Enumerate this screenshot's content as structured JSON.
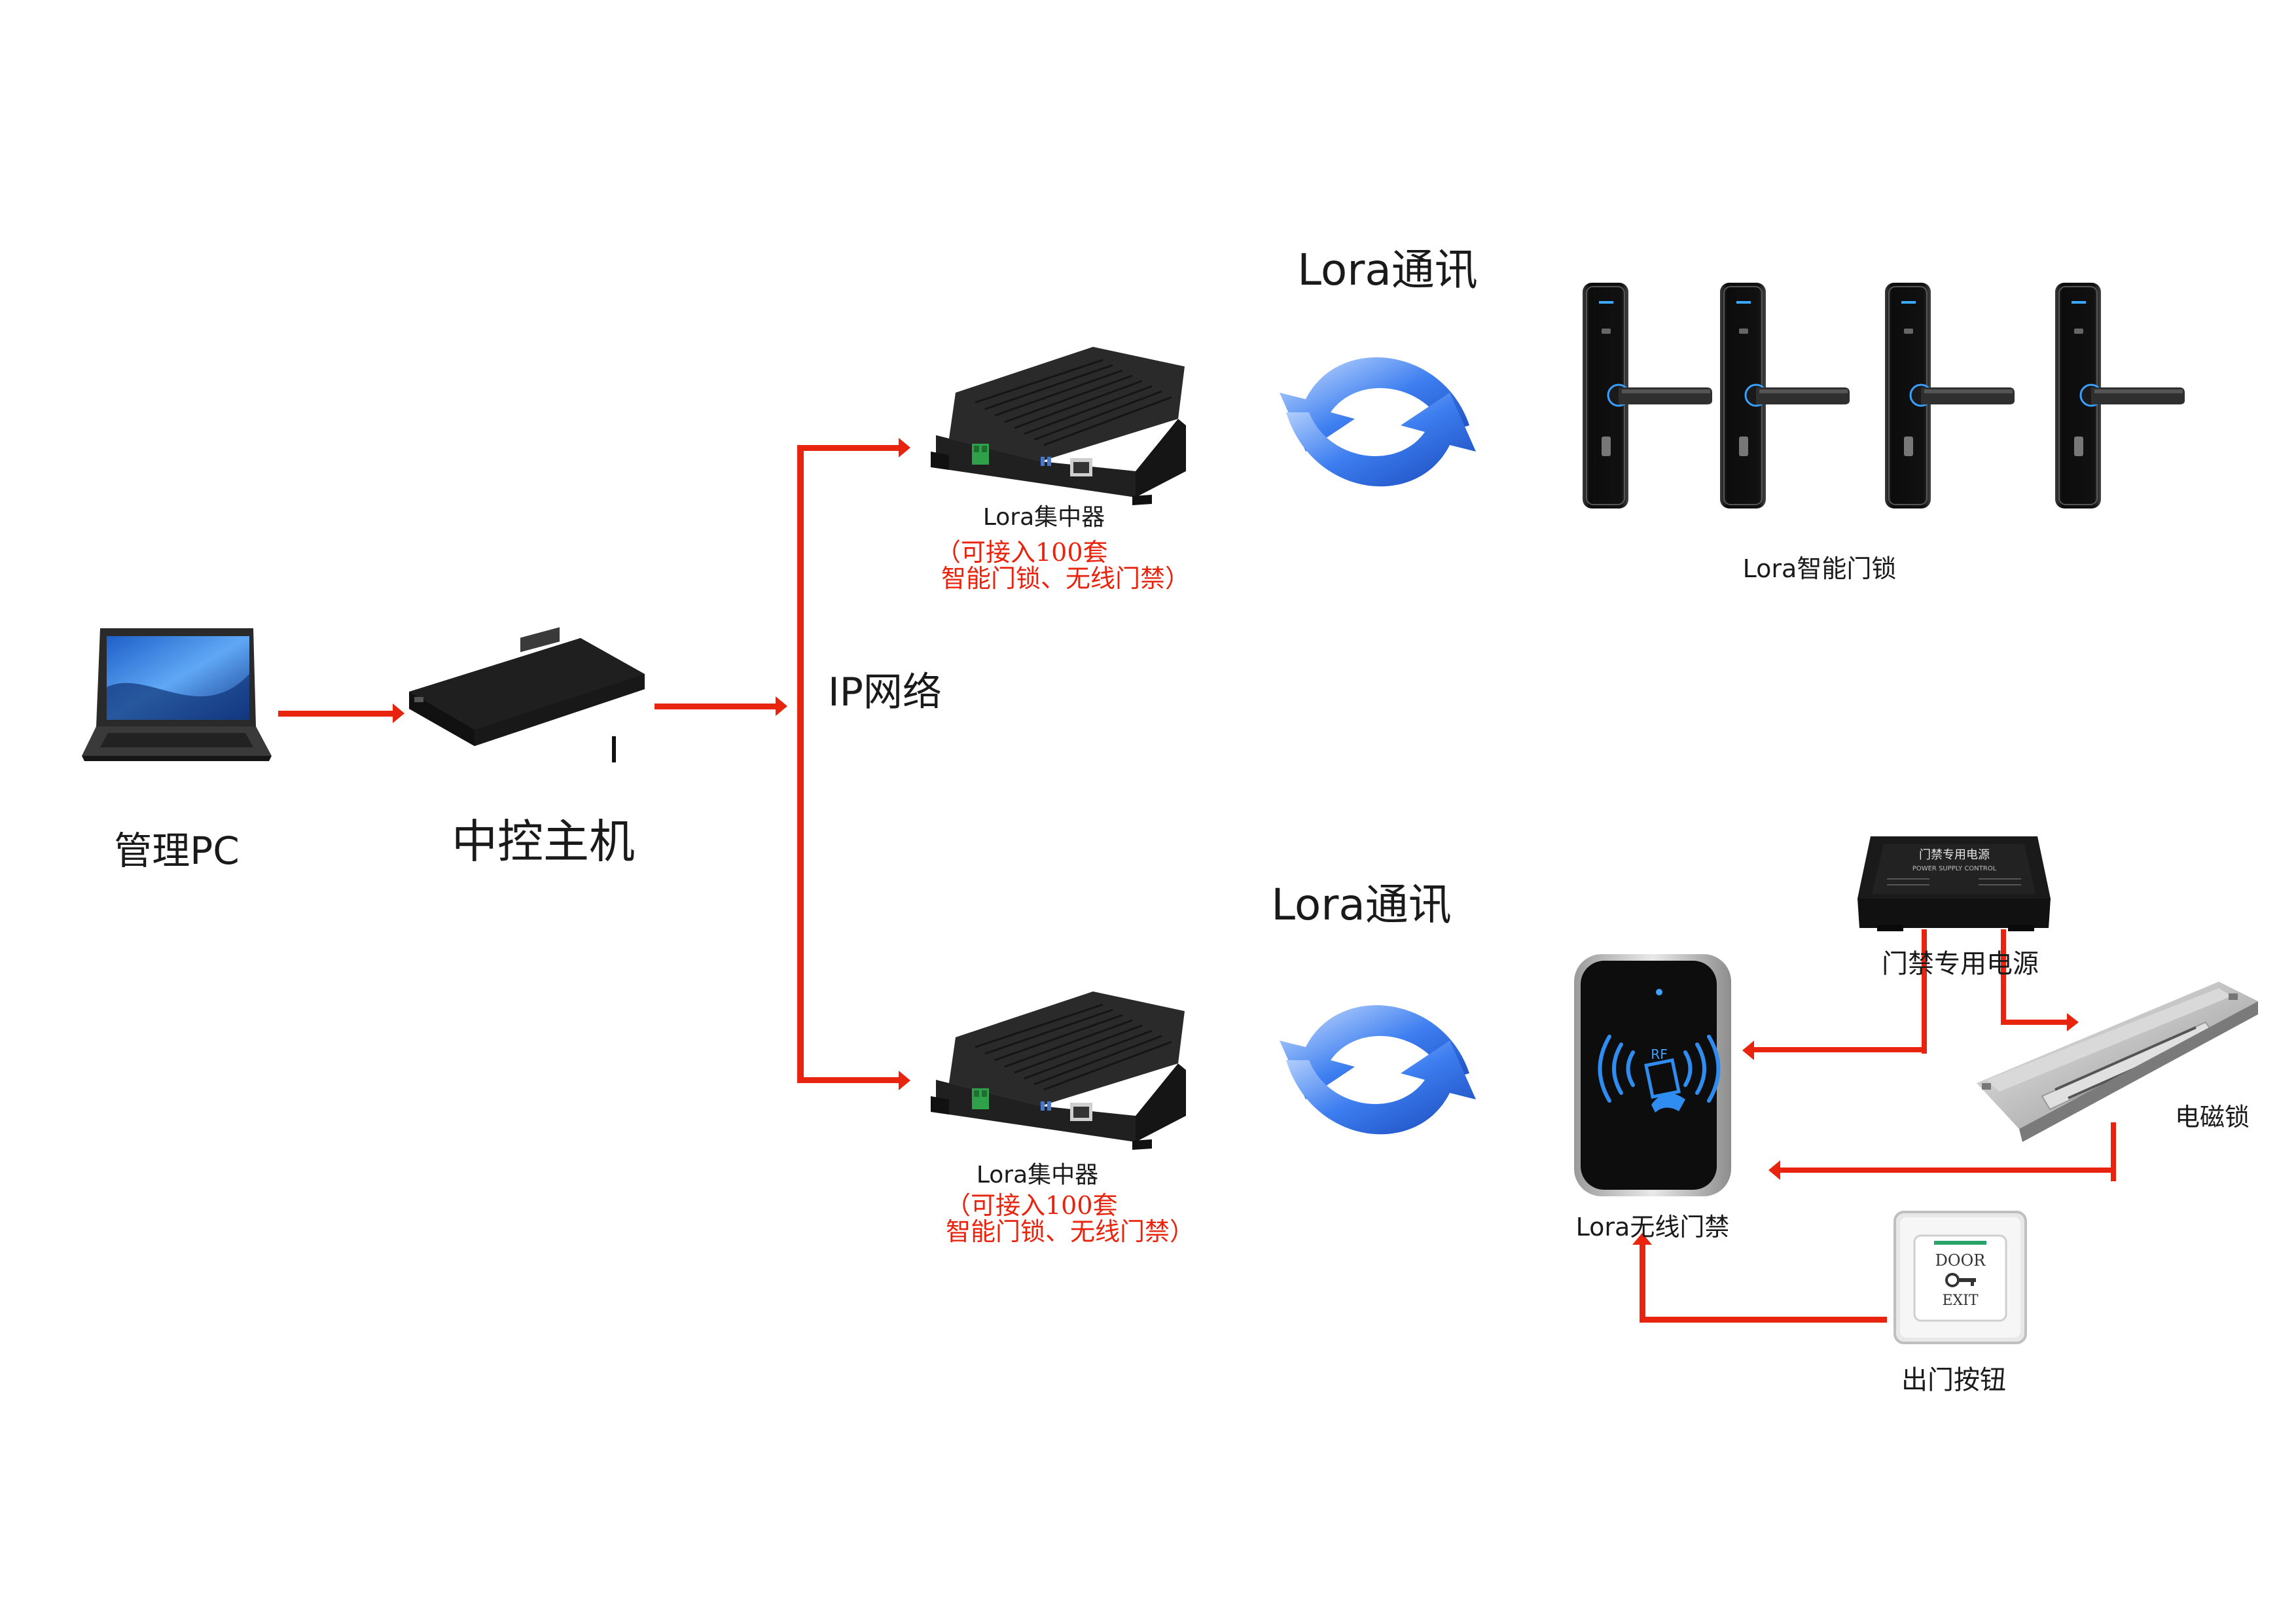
{
  "labels": {
    "pc": "管理PC",
    "host": "中控主机",
    "ip_network": "IP网络",
    "lora_comm_top": "Lora通讯",
    "lora_comm_bottom": "Lora通讯",
    "hub_top": "Lora集中器",
    "hub_top_cap1": "（可接入100套",
    "hub_top_cap2": "智能门锁、无线门禁）",
    "hub_bottom": "Lora集中器",
    "hub_bottom_cap1": "（可接入100套",
    "hub_bottom_cap2": "智能门锁、无线门禁）",
    "smart_locks": "Lora智能门锁",
    "power_supply": "门禁专用电源",
    "maglock": "电磁锁",
    "wireless_access": "Lora无线门禁",
    "exit_button": "出门按钮"
  },
  "device_text": {
    "power_plate_title": "门禁专用电源",
    "power_plate_sub": "POWER SUPPLY CONTROL",
    "reader_badge": "RF",
    "exit_top": "DOOR",
    "exit_bottom": "EXIT"
  },
  "colors": {
    "arrow": "#e8240e",
    "caption_red": "#e8240e",
    "sync_blue": "#2f6fe0",
    "device_dark": "#1c1c1c"
  }
}
